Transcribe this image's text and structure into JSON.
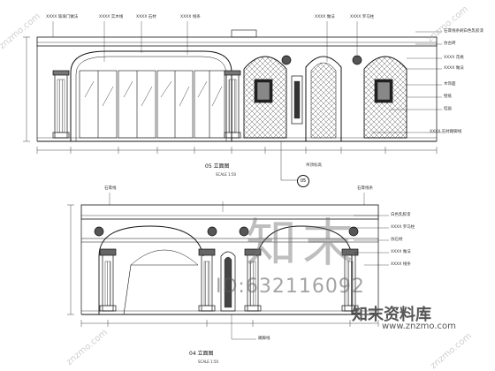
{
  "elevation_05": {
    "title": "05 立面图",
    "sub": "SCALE 1:50",
    "section_bubble": "05\nA",
    "top_notes": [
      "ХХХХ 玻璃门做法",
      "ХХХХ 实木线",
      "ХХХХ 石材",
      "ХХХХ 线条",
      "ХХХХ 做法",
      "ХХХХ 罗马柱"
    ],
    "right_notes": [
      "石膏线条刷白色乳胶漆",
      "仿古砖",
      "ХХХХ 花格",
      "ХХХХ 做法",
      "木饰面",
      "壁纸",
      "挂画",
      "ХХХХ 石材踢脚线"
    ],
    "bottom_note": "吊顶标高"
  },
  "elevation_04": {
    "title": "04 立面图",
    "sub": "SCALE 1:50",
    "top_notes": [
      "石膏线",
      "石膏线条",
      "白色乳胶漆",
      "ХХХХ 罗马柱",
      "仿石材",
      "ХХХХ 做法",
      "ХХХХ 线条"
    ],
    "bottom_note": "踢脚线"
  },
  "watermark": {
    "logo": "知末",
    "id": "ID:632116092",
    "brand": "知末资料库",
    "url": "www.znzmo.com",
    "diag": "znzmo.com"
  }
}
